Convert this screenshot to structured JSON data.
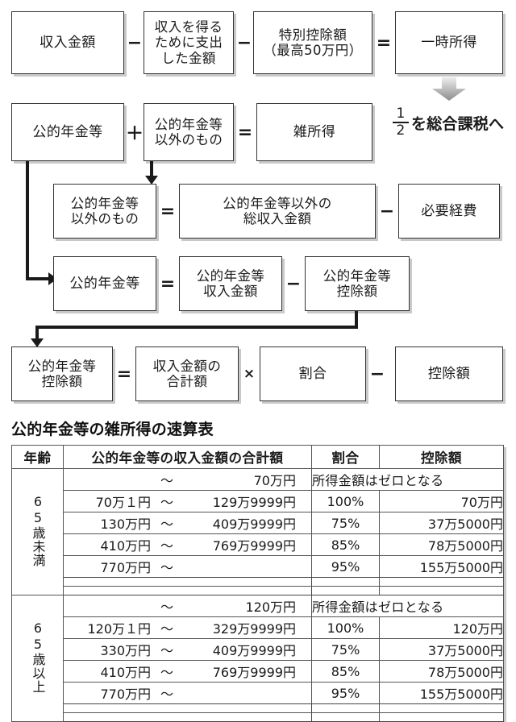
{
  "flow": {
    "row1": {
      "b1": "収入金額",
      "op1": "−",
      "b2": "収入を得る\nために支出\nした金額",
      "op2": "−",
      "b3": "特別控除額\n（最高50万円）",
      "op3": "=",
      "b4": "一時所得"
    },
    "row2": {
      "b1": "公的年金等",
      "op1": "＋",
      "b2": "公的年金等\n以外のもの",
      "op2": "=",
      "b3": "雑所得"
    },
    "note": {
      "numerator": "1",
      "denominator": "2",
      "text": "を総合課税へ"
    },
    "row3": {
      "b1": "公的年金等\n以外のもの",
      "op1": "=",
      "b2": "公的年金等以外の\n総収入金額",
      "op2": "−",
      "b3": "必要経費"
    },
    "row4": {
      "b1": "公的年金等",
      "op1": "=",
      "b2": "公的年金等\n収入金額",
      "op2": "−",
      "b3": "公的年金等\n控除額"
    },
    "row5": {
      "b1": "公的年金等\n控除額",
      "op1": "=",
      "b2": "収入金額の\n合計額",
      "op2": "×",
      "b3": "割合",
      "op3": "−",
      "b4": "控除額"
    }
  },
  "table": {
    "heading": "公的年金等の雑所得の速算表",
    "columns": {
      "age": "年齢",
      "amount": "公的年金等の収入金額の合計額",
      "rate": "割合",
      "deduction": "控除額"
    },
    "zero_label": "所得金額はゼロとなる",
    "tilde": "～",
    "groups": [
      {
        "age_label": "65歳未満",
        "rows": [
          {
            "lo": "",
            "hi": "70万円",
            "zero": true
          },
          {
            "lo": "70万１円",
            "hi": "129万9999円",
            "rate": "100%",
            "ded": "70万円"
          },
          {
            "lo": "130万円",
            "hi": "409万9999円",
            "rate": "75%",
            "ded": "37万5000円"
          },
          {
            "lo": "410万円",
            "hi": "769万9999円",
            "rate": "85%",
            "ded": "78万5000円"
          },
          {
            "lo": "770万円",
            "hi": "",
            "rate": "95%",
            "ded": "155万5000円"
          }
        ]
      },
      {
        "age_label": "65歳以上",
        "rows": [
          {
            "lo": "",
            "hi": "120万円",
            "zero": true
          },
          {
            "lo": "120万１円",
            "hi": "329万9999円",
            "rate": "100%",
            "ded": "120万円"
          },
          {
            "lo": "330万円",
            "hi": "409万9999円",
            "rate": "75%",
            "ded": "37万5000円"
          },
          {
            "lo": "410万円",
            "hi": "769万9999円",
            "rate": "85%",
            "ded": "78万5000円"
          },
          {
            "lo": "770万円",
            "hi": "",
            "rate": "95%",
            "ded": "155万5000円"
          }
        ]
      }
    ]
  },
  "colors": {
    "border": "#333333",
    "shadow": "#c9c9c9",
    "text": "#1a1a1a",
    "arrow_gray_top": "#e8e8e8",
    "arrow_gray_bottom": "#8f8f8f"
  }
}
